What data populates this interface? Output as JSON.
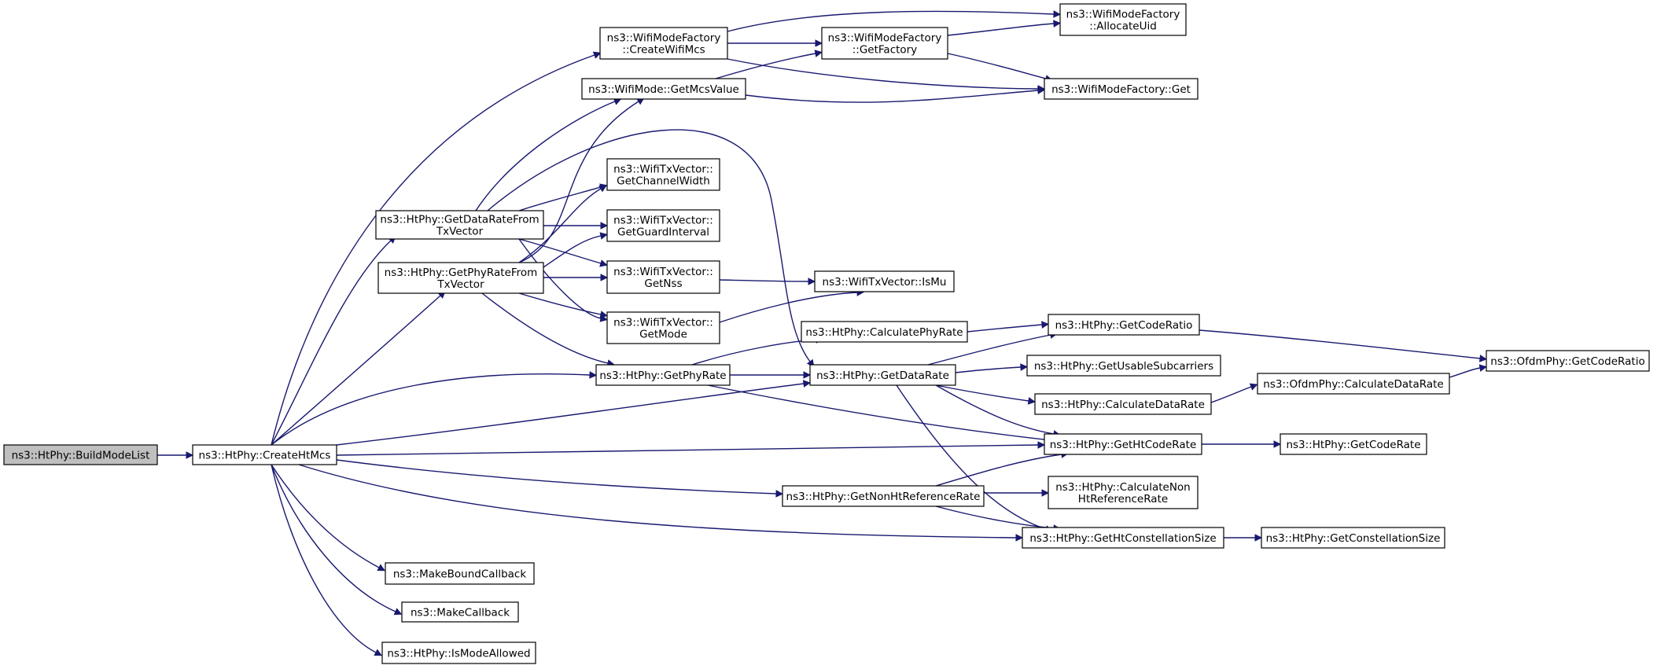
{
  "diagram": {
    "type": "call-graph",
    "colors": {
      "edge": "#191970",
      "root_fill": "#bfbfbf",
      "node_fill": "#ffffff",
      "border": "#000000"
    },
    "nodes": [
      {
        "id": "BuildModeList",
        "lines": [
          "ns3::HtPhy::BuildModeList"
        ],
        "root": true
      },
      {
        "id": "CreateHtMcs",
        "lines": [
          "ns3::HtPhy::CreateHtMcs"
        ]
      },
      {
        "id": "CreateWifiMcs",
        "lines": [
          "ns3::WifiModeFactory",
          "::CreateWifiMcs"
        ]
      },
      {
        "id": "GetMcsValue",
        "lines": [
          "ns3::WifiMode::GetMcsValue"
        ]
      },
      {
        "id": "GetDataRateFromTxVector",
        "lines": [
          "ns3::HtPhy::GetDataRateFrom",
          "TxVector"
        ]
      },
      {
        "id": "GetPhyRateFromTxVector",
        "lines": [
          "ns3::HtPhy::GetPhyRateFrom",
          "TxVector"
        ]
      },
      {
        "id": "GetPhyRate",
        "lines": [
          "ns3::HtPhy::GetPhyRate"
        ]
      },
      {
        "id": "MakeBoundCallback",
        "lines": [
          "ns3::MakeBoundCallback"
        ]
      },
      {
        "id": "MakeCallback",
        "lines": [
          "ns3::MakeCallback"
        ]
      },
      {
        "id": "IsModeAllowed",
        "lines": [
          "ns3::HtPhy::IsModeAllowed"
        ]
      },
      {
        "id": "GetChannelWidth",
        "lines": [
          "ns3::WifiTxVector::",
          "GetChannelWidth"
        ]
      },
      {
        "id": "GetGuardInterval",
        "lines": [
          "ns3::WifiTxVector::",
          "GetGuardInterval"
        ]
      },
      {
        "id": "GetNss",
        "lines": [
          "ns3::WifiTxVector::",
          "GetNss"
        ]
      },
      {
        "id": "GetMode",
        "lines": [
          "ns3::WifiTxVector::",
          "GetMode"
        ]
      },
      {
        "id": "GetFactory",
        "lines": [
          "ns3::WifiModeFactory",
          "::GetFactory"
        ]
      },
      {
        "id": "AllocateUid",
        "lines": [
          "ns3::WifiModeFactory",
          "::AllocateUid"
        ]
      },
      {
        "id": "FactoryGet",
        "lines": [
          "ns3::WifiModeFactory::Get"
        ]
      },
      {
        "id": "IsMu",
        "lines": [
          "ns3::WifiTxVector::IsMu"
        ]
      },
      {
        "id": "CalculatePhyRate",
        "lines": [
          "ns3::HtPhy::CalculatePhyRate"
        ]
      },
      {
        "id": "GetDataRate",
        "lines": [
          "ns3::HtPhy::GetDataRate"
        ]
      },
      {
        "id": "GetNonHtReferenceRate",
        "lines": [
          "ns3::HtPhy::GetNonHtReferenceRate"
        ]
      },
      {
        "id": "HtGetCodeRatio",
        "lines": [
          "ns3::HtPhy::GetCodeRatio"
        ]
      },
      {
        "id": "GetUsableSubcarriers",
        "lines": [
          "ns3::HtPhy::GetUsableSubcarriers"
        ]
      },
      {
        "id": "HtCalculateDataRate",
        "lines": [
          "ns3::HtPhy::CalculateDataRate"
        ]
      },
      {
        "id": "GetHtCodeRate",
        "lines": [
          "ns3::HtPhy::GetHtCodeRate"
        ]
      },
      {
        "id": "CalculateNonHtReferenceRate",
        "lines": [
          "ns3::HtPhy::CalculateNon",
          "HtReferenceRate"
        ]
      },
      {
        "id": "GetHtConstellationSize",
        "lines": [
          "ns3::HtPhy::GetHtConstellationSize"
        ]
      },
      {
        "id": "OfdmCalculateDataRate",
        "lines": [
          "ns3::OfdmPhy::CalculateDataRate"
        ]
      },
      {
        "id": "HtGetCodeRate",
        "lines": [
          "ns3::HtPhy::GetCodeRate"
        ]
      },
      {
        "id": "GetConstellationSize",
        "lines": [
          "ns3::HtPhy::GetConstellationSize"
        ]
      },
      {
        "id": "OfdmGetCodeRatio",
        "lines": [
          "ns3::OfdmPhy::GetCodeRatio"
        ]
      }
    ],
    "edges": [
      [
        "BuildModeList",
        "CreateHtMcs"
      ],
      [
        "CreateHtMcs",
        "CreateWifiMcs"
      ],
      [
        "CreateHtMcs",
        "GetDataRateFromTxVector"
      ],
      [
        "CreateHtMcs",
        "GetPhyRateFromTxVector"
      ],
      [
        "CreateHtMcs",
        "GetPhyRate"
      ],
      [
        "CreateHtMcs",
        "GetDataRate"
      ],
      [
        "CreateHtMcs",
        "GetHtCodeRate"
      ],
      [
        "CreateHtMcs",
        "GetNonHtReferenceRate"
      ],
      [
        "CreateHtMcs",
        "GetHtConstellationSize"
      ],
      [
        "CreateHtMcs",
        "MakeBoundCallback"
      ],
      [
        "CreateHtMcs",
        "MakeCallback"
      ],
      [
        "CreateHtMcs",
        "IsModeAllowed"
      ],
      [
        "CreateWifiMcs",
        "AllocateUid"
      ],
      [
        "CreateWifiMcs",
        "GetFactory"
      ],
      [
        "CreateWifiMcs",
        "FactoryGet"
      ],
      [
        "GetMcsValue",
        "GetFactory"
      ],
      [
        "GetMcsValue",
        "FactoryGet"
      ],
      [
        "GetFactory",
        "AllocateUid"
      ],
      [
        "GetFactory",
        "FactoryGet"
      ],
      [
        "GetDataRateFromTxVector",
        "GetMcsValue"
      ],
      [
        "GetDataRateFromTxVector",
        "GetChannelWidth"
      ],
      [
        "GetDataRateFromTxVector",
        "GetGuardInterval"
      ],
      [
        "GetDataRateFromTxVector",
        "GetNss"
      ],
      [
        "GetDataRateFromTxVector",
        "GetMode"
      ],
      [
        "GetDataRateFromTxVector",
        "GetDataRate"
      ],
      [
        "GetPhyRateFromTxVector",
        "GetMcsValue"
      ],
      [
        "GetPhyRateFromTxVector",
        "GetChannelWidth"
      ],
      [
        "GetPhyRateFromTxVector",
        "GetGuardInterval"
      ],
      [
        "GetPhyRateFromTxVector",
        "GetNss"
      ],
      [
        "GetPhyRateFromTxVector",
        "GetMode"
      ],
      [
        "GetPhyRateFromTxVector",
        "GetPhyRate"
      ],
      [
        "GetNss",
        "IsMu"
      ],
      [
        "GetMode",
        "IsMu"
      ],
      [
        "GetPhyRate",
        "CalculatePhyRate"
      ],
      [
        "GetPhyRate",
        "GetDataRate"
      ],
      [
        "GetPhyRate",
        "GetHtCodeRate"
      ],
      [
        "CalculatePhyRate",
        "HtGetCodeRatio"
      ],
      [
        "GetDataRate",
        "HtGetCodeRatio"
      ],
      [
        "GetDataRate",
        "GetUsableSubcarriers"
      ],
      [
        "GetDataRate",
        "HtCalculateDataRate"
      ],
      [
        "GetDataRate",
        "GetHtCodeRate"
      ],
      [
        "GetDataRate",
        "GetHtConstellationSize"
      ],
      [
        "HtGetCodeRatio",
        "OfdmGetCodeRatio"
      ],
      [
        "HtCalculateDataRate",
        "OfdmCalculateDataRate"
      ],
      [
        "OfdmCalculateDataRate",
        "OfdmGetCodeRatio"
      ],
      [
        "GetHtCodeRate",
        "HtGetCodeRate"
      ],
      [
        "GetNonHtReferenceRate",
        "CalculateNonHtReferenceRate"
      ],
      [
        "GetNonHtReferenceRate",
        "GetHtCodeRate"
      ],
      [
        "GetNonHtReferenceRate",
        "GetHtConstellationSize"
      ],
      [
        "GetHtConstellationSize",
        "GetConstellationSize"
      ]
    ]
  }
}
